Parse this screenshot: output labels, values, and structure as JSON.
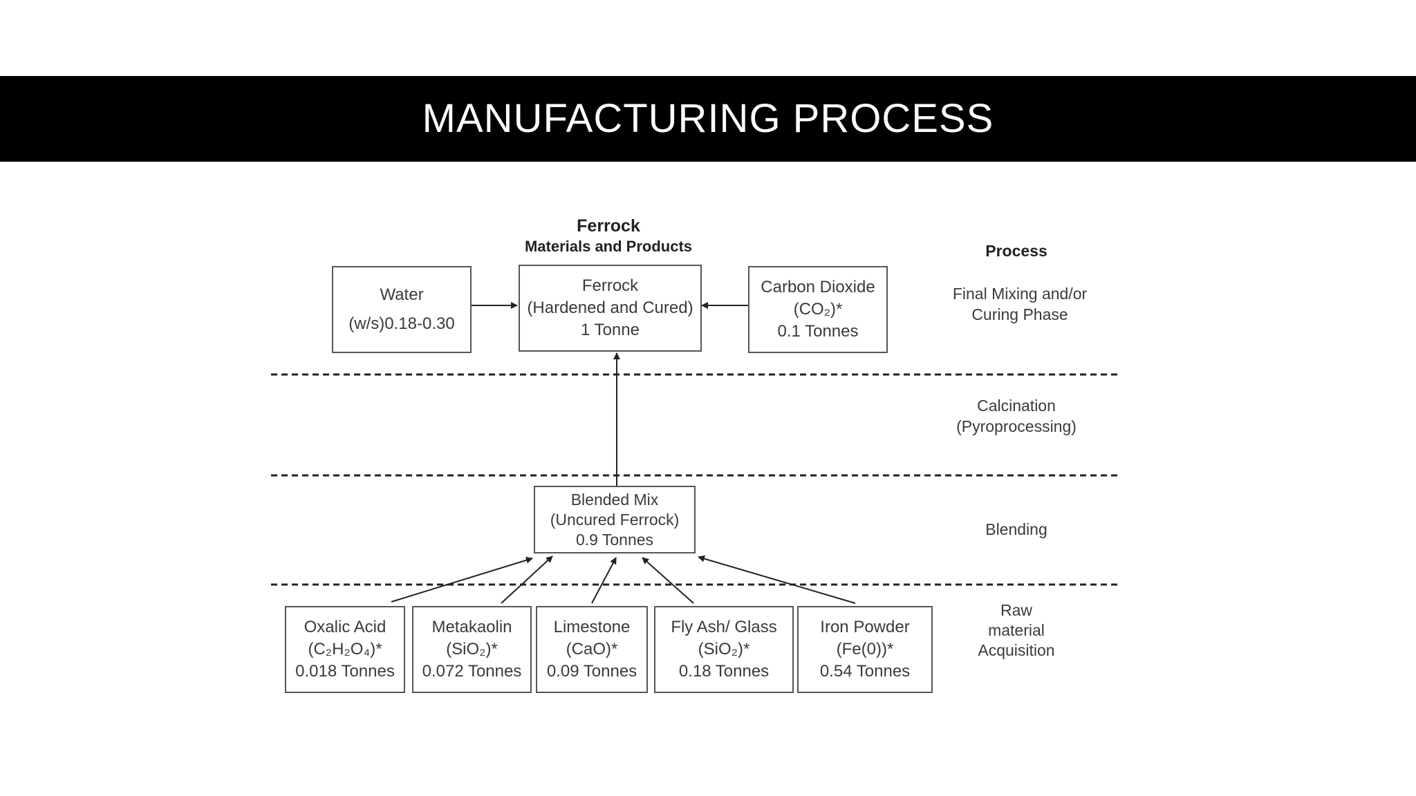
{
  "slide": {
    "title": "MANUFACTURING PROCESS"
  },
  "headers": {
    "left_title": "Ferrock",
    "left_subtitle": "Materials and Products",
    "right_title": "Process"
  },
  "processes": {
    "final_mixing": [
      "Final Mixing and/or",
      "Curing Phase"
    ],
    "calcination": [
      "Calcination",
      "(Pyroprocessing)"
    ],
    "blending": [
      "Blending"
    ],
    "raw": [
      "Raw",
      "material",
      "Acquisition"
    ]
  },
  "boxes": {
    "water": [
      "Water",
      "(w/s)0.18-0.30"
    ],
    "ferrock": [
      "Ferrock",
      "(Hardened and Cured)",
      "1 Tonne"
    ],
    "co2": [
      "Carbon Dioxide",
      "(CO₂)*",
      "0.1 Tonnes"
    ],
    "blended": [
      "Blended Mix",
      "(Uncured Ferrock)",
      "0.9 Tonnes"
    ],
    "oxalic": [
      "Oxalic Acid",
      "(C₂H₂O₄)*",
      "0.018 Tonnes"
    ],
    "metakaolin": [
      "Metakaolin",
      "(SiO₂)*",
      "0.072 Tonnes"
    ],
    "limestone": [
      "Limestone",
      "(CaO)*",
      "0.09 Tonnes"
    ],
    "flyash": [
      "Fly Ash/ Glass",
      "(SiO₂)*",
      "0.18 Tonnes"
    ],
    "iron": [
      "Iron Powder",
      "(Fe(0))*",
      "0.54 Tonnes"
    ]
  }
}
